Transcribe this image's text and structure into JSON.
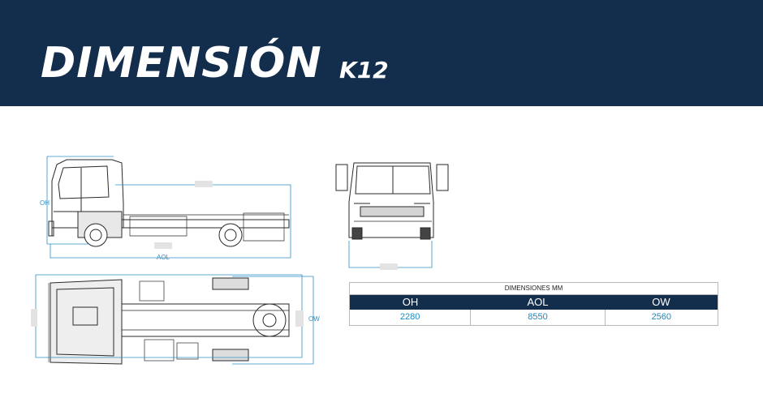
{
  "header": {
    "title": "DIMENSIÓN",
    "model": "K12",
    "background_color": "#132d4d"
  },
  "diagram": {
    "label_oh": "OH",
    "label_aol": "AOL",
    "label_ow": "OW",
    "line_color": "#2f8fc6"
  },
  "table": {
    "caption": "DIMENSIONES MM",
    "columns": [
      "OH",
      "AOL",
      "OW"
    ],
    "values": [
      "2280",
      "8550",
      "2560"
    ],
    "value_color": "#1a8bc4"
  }
}
